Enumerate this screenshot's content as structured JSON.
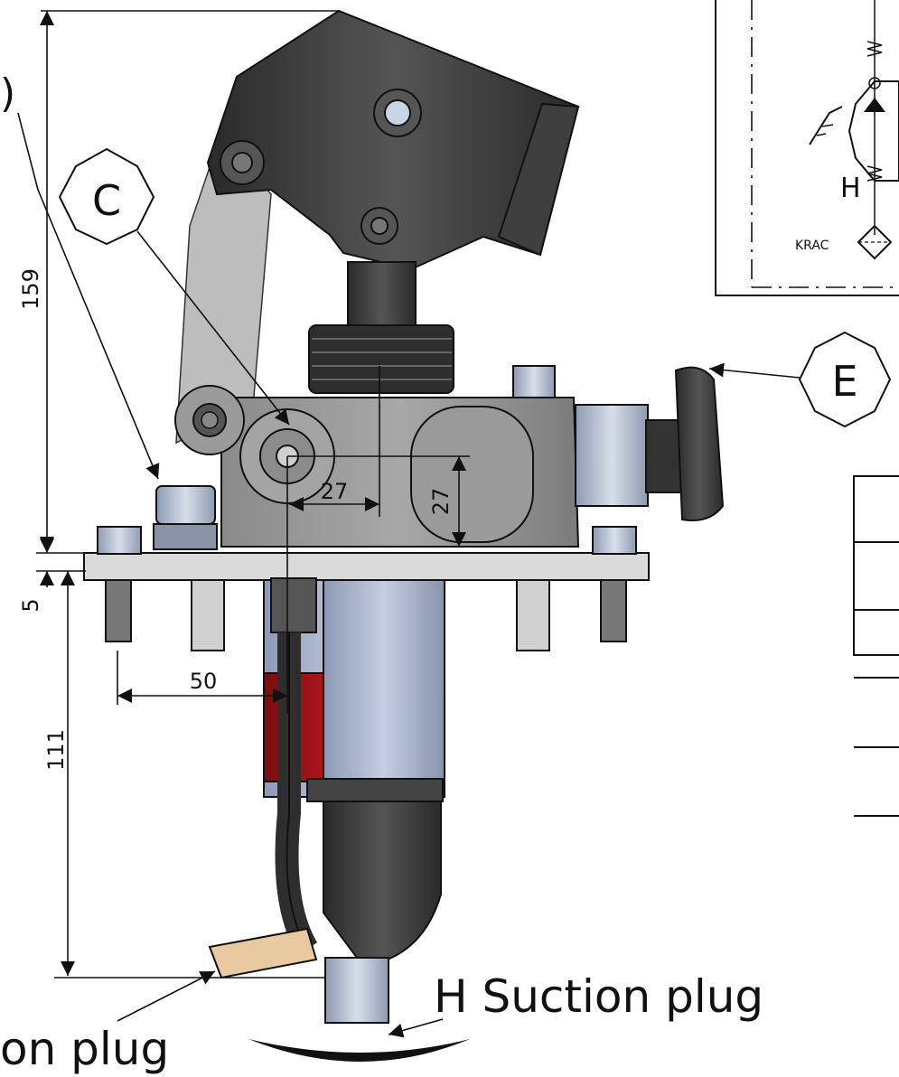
{
  "callouts": {
    "c_label": "C",
    "e_label": "E",
    "clipped_callout_label": ")"
  },
  "dimensions": {
    "overall_height": "159",
    "plate_thickness": "5",
    "lower_height": "111",
    "offset_horizontal": "50",
    "port_horizontal": "27",
    "port_vertical": "27"
  },
  "notes": {
    "h_suction_plug": "H Suction plug",
    "bottom_left_fragment": "on plug"
  },
  "schematic": {
    "h_label": "H",
    "krac_label": "KRAC"
  },
  "colors": {
    "dark_metal": "#3a3a3a",
    "plate": "#d9d9d9",
    "reservoir_blue": "#a9b4cf",
    "red_band": "#b0141a",
    "light_steel": "#b8c3d6"
  }
}
